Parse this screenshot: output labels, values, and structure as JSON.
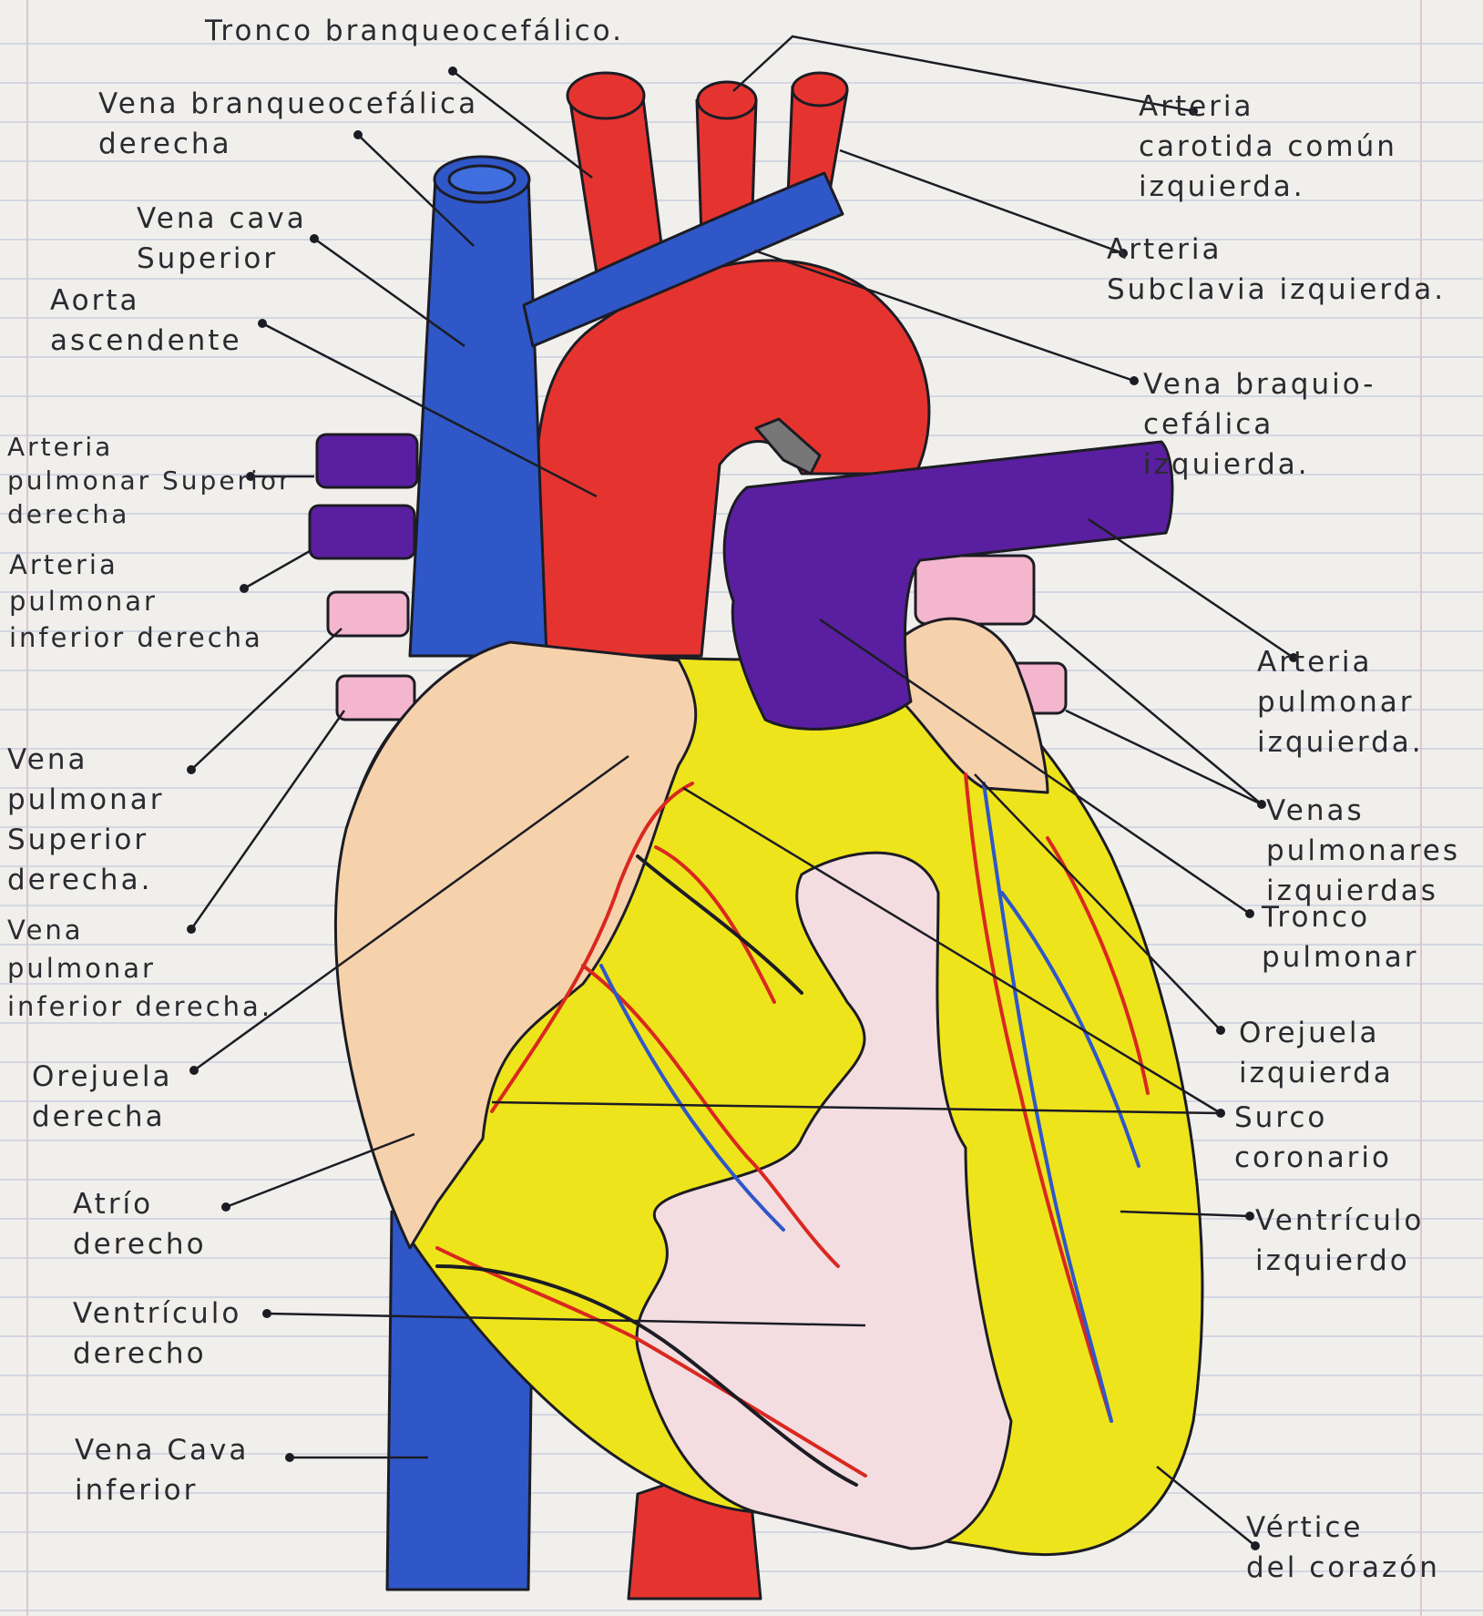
{
  "labels": {
    "tronco_braquiocefalico": [
      "Tronco branqueocefálico."
    ],
    "vena_braquiocefalica_derecha": [
      "Vena branqueocefálica",
      "derecha"
    ],
    "vena_cava_superior": [
      "Vena cava",
      "Superior"
    ],
    "aorta_ascendente": [
      "Aorta",
      "ascendente"
    ],
    "arteria_pulmonar_superior_derecha": [
      "Arteria",
      "pulmonar Superior",
      "derecha"
    ],
    "arteria_pulmonar_inferior_derecha": [
      "Arteria",
      "pulmonar",
      "inferior derecha"
    ],
    "vena_pulmonar_superior_derecha": [
      "Vena",
      "pulmonar",
      "Superior",
      "derecha."
    ],
    "vena_pulmonar_inferior_derecha": [
      "Vena",
      "pulmonar",
      "inferior derecha."
    ],
    "orejuela_derecha": [
      "Orejuela",
      "derecha"
    ],
    "atrio_derecho": [
      "Atrío",
      "derecho"
    ],
    "ventriculo_derecho": [
      "Ventrículo",
      "derecho"
    ],
    "vena_cava_inferior": [
      "Vena Cava",
      "inferior"
    ],
    "arteria_carotida": [
      "Arteria",
      "carotida común",
      "izquierda."
    ],
    "arteria_subclavia": [
      "Arteria",
      "Subclavia izquierda."
    ],
    "vena_braquiocefalica_izquierda": [
      "Vena braquio-",
      "cefálica",
      "izquierda."
    ],
    "arteria_pulmonar_izquierda": [
      "Arteria",
      "pulmonar",
      "izquierda."
    ],
    "venas_pulmonares_izquierdas": [
      "Venas",
      "pulmonares",
      "izquierdas"
    ],
    "tronco_pulmonar": [
      "Tronco",
      "pulmonar"
    ],
    "orejuela_izquierda": [
      "Orejuela",
      "izquierda"
    ],
    "surco_coronario": [
      "Surco",
      "coronario"
    ],
    "ventriculo_izquierdo": [
      "Ventrículo",
      "izquierdo"
    ],
    "vertice": [
      "Vértice",
      "del corazón"
    ]
  },
  "colors": {
    "aorta_red": "#e5342f",
    "vein_blue": "#2f57c8",
    "pulmonary_purple": "#5a1fa0",
    "heart_yellow": "#eee41c",
    "atrium_peach": "#f6d2ac",
    "pulmonary_vein_pink": "#f3b6cc",
    "ventricle_pale_pink": "#f3dde0",
    "ink": "#1c1c24"
  }
}
